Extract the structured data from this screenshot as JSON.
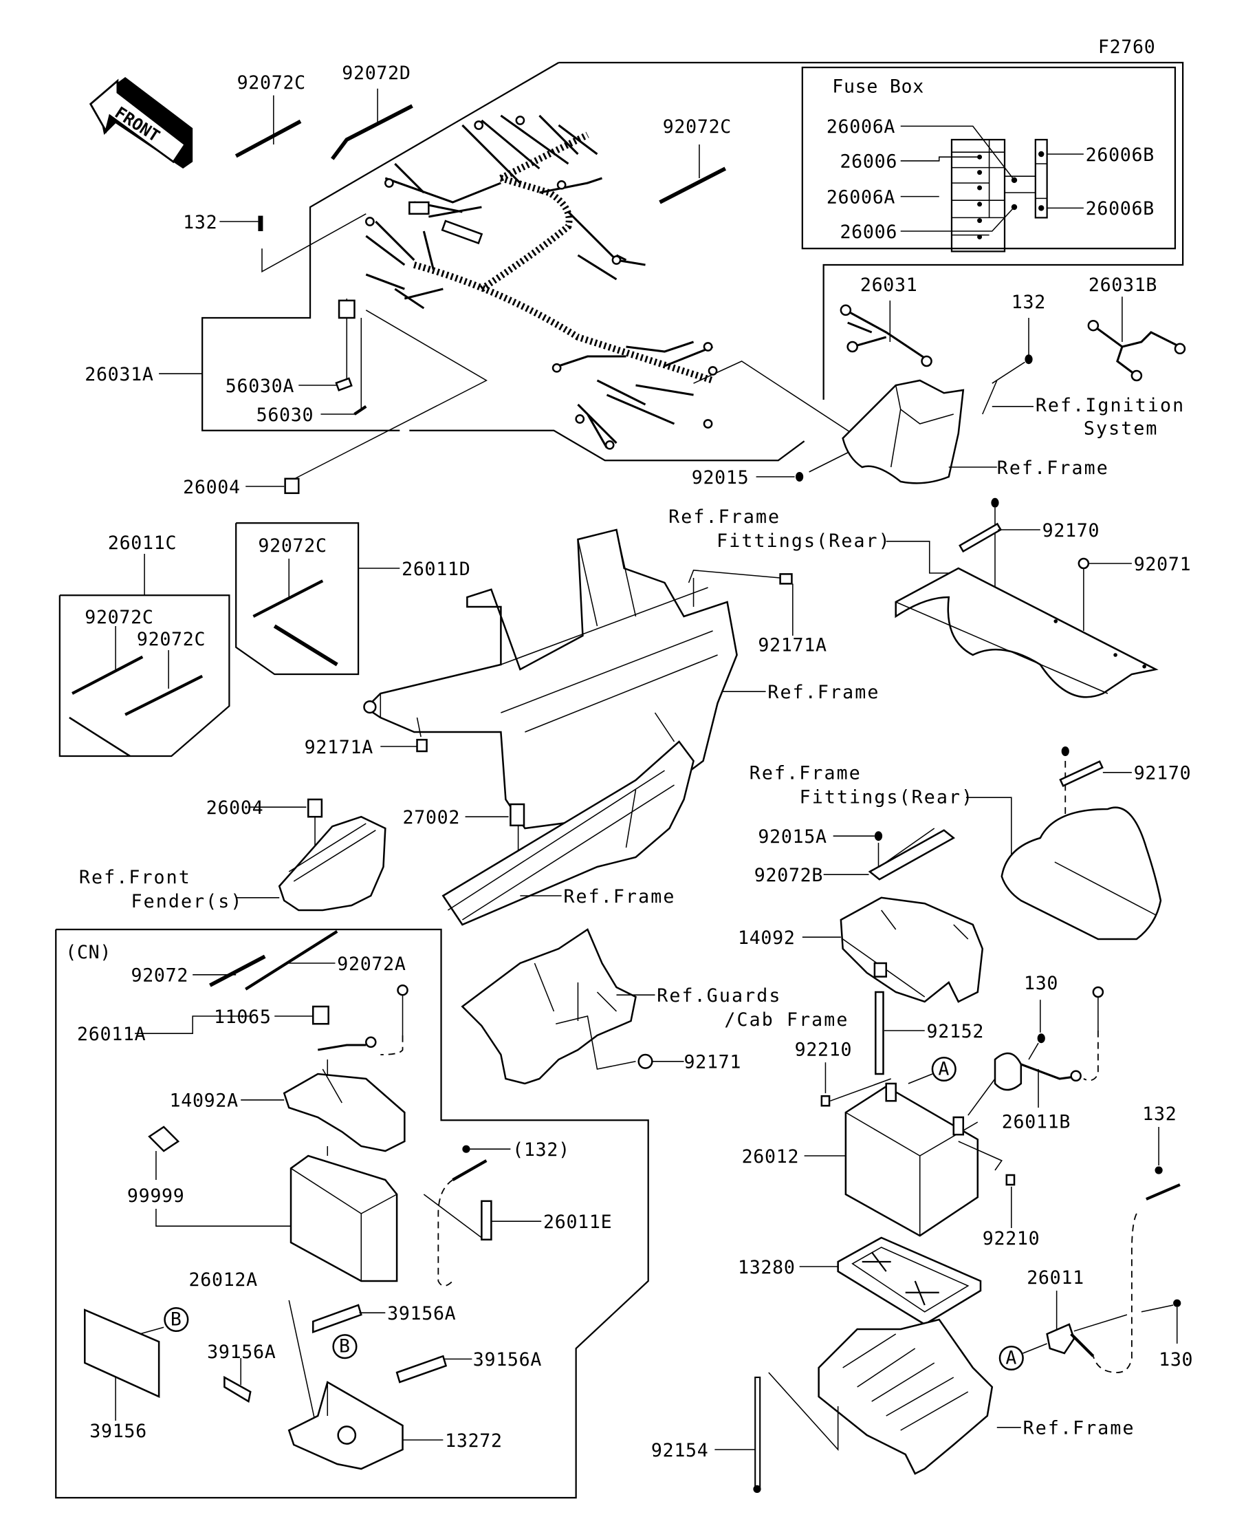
{
  "figure_code": "F2760",
  "front_arrow": "FRONT",
  "fuse_box": {
    "title": "Fuse Box",
    "labels": [
      "26006A",
      "26006",
      "26006A",
      "26006",
      "26006B",
      "26006B"
    ]
  },
  "groups": {
    "cn_box": "(CN)",
    "kit_26011C": "26011C",
    "kit_26011D": "26011D"
  },
  "part_labels": {
    "p92072C_top": "92072C",
    "p92072D": "92072D",
    "p92072C_right": "92072C",
    "p132_top": "132",
    "p26031A": "26031A",
    "p56030A": "56030A",
    "p56030": "56030",
    "p26004_top": "26004",
    "p92015": "92015",
    "p26031": "26031",
    "p132_mid": "132",
    "p26031B": "26031B",
    "p92170_top": "92170",
    "p92071": "92071",
    "p92171A_right": "92171A",
    "p92171A_left": "92171A",
    "p92072C_d": "92072C",
    "p92072C_c1": "92072C",
    "p92072C_c2": "92072C",
    "p26004_mid": "26004",
    "p27002": "27002",
    "p92170_mid": "92170",
    "p92015A": "92015A",
    "p92072B": "92072B",
    "p14092": "14092",
    "p92152": "92152",
    "p92171": "92171",
    "p92210_a": "92210",
    "p130_a": "130",
    "p26011B": "26011B",
    "p26012": "26012",
    "p92210_b": "92210",
    "p132_right": "132",
    "p13280": "13280",
    "p26011": "26011",
    "p130_b": "130",
    "p92154": "92154",
    "p92072": "92072",
    "p92072A": "92072A",
    "p11065": "11065",
    "p26011A": "26011A",
    "p14092A": "14092A",
    "p99999": "99999",
    "p132_paren": "(132)",
    "p26011E": "26011E",
    "p26012A": "26012A",
    "p39156A_1": "39156A",
    "p39156A_2": "39156A",
    "p39156A_3": "39156A",
    "p39156": "39156",
    "p13272": "13272"
  },
  "references": {
    "ignition_1": "Ref.Ignition",
    "ignition_2": "System",
    "frame_top": "Ref.Frame",
    "fittings_top_1": "Ref.Frame",
    "fittings_top_2": "Fittings(Rear)",
    "frame_mid": "Ref.Frame",
    "fittings_mid_1": "Ref.Frame",
    "fittings_mid_2": "Fittings(Rear)",
    "front_fender_1": "Ref.Front",
    "front_fender_2": "Fender(s)",
    "frame_27002": "Ref.Frame",
    "guards_1": "Ref.Guards",
    "guards_2": "/Cab Frame",
    "frame_bottom": "Ref.Frame"
  },
  "callouts": {
    "A1": "A",
    "A2": "A",
    "B1": "B",
    "B2": "B"
  }
}
